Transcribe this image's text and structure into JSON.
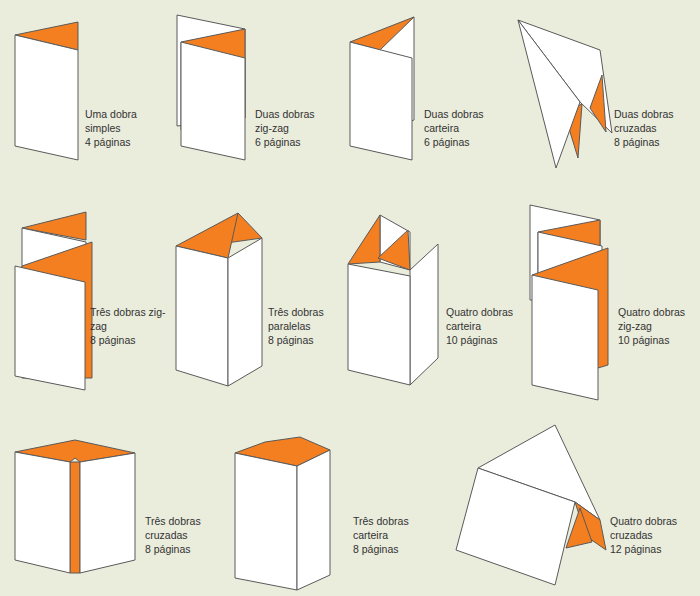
{
  "diagram": {
    "labels": [
      "Uma dobra simples",
      "4 páginas",
      "Duas dobras zig-zag",
      "6 páginas",
      "Duas dobras carteira",
      "6 páginas",
      "Duas dobras cruzadas",
      "8 páginas",
      "Três dobras zig-zag",
      "8 páginas",
      "Três dobras paralelas",
      "8 páginas",
      "Quatro dobras carteira",
      "10 páginas",
      "Quatro dobras zig-zag",
      "10 páginas",
      "Três dobras cruzadas",
      "8 páginas",
      "Três dobras carteira",
      "8 páginas",
      "Quatro dobras cruzadas",
      "12 páginas"
    ]
  }
}
